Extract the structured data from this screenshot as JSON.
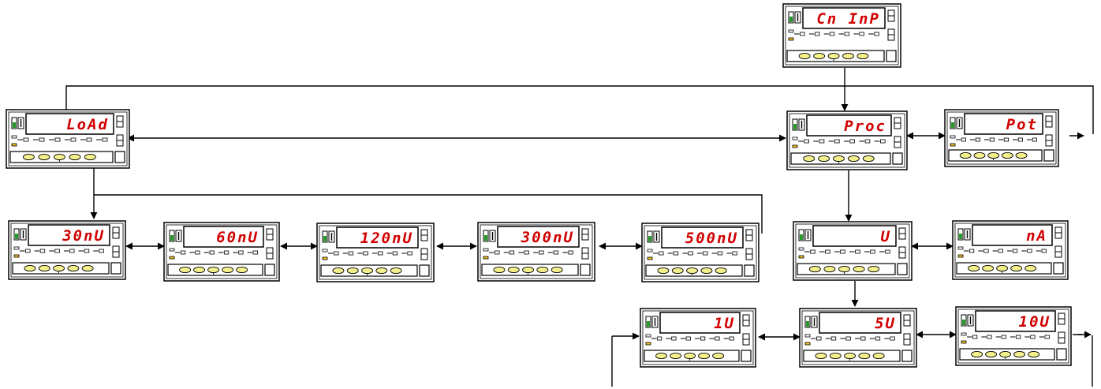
{
  "flowchart": {
    "title": "",
    "colors": {
      "display_text": "#d10000",
      "button_fill": "#f4f08c",
      "stroke": "#000000"
    },
    "nodes": [
      {
        "id": "cninp",
        "display": "Cn InP"
      },
      {
        "id": "load",
        "display": "LoAd"
      },
      {
        "id": "proc",
        "display": "Proc"
      },
      {
        "id": "pot",
        "display": "Pot"
      },
      {
        "id": "30mv",
        "display": "30nU"
      },
      {
        "id": "60mv",
        "display": "60nU"
      },
      {
        "id": "120mv",
        "display": "120nU"
      },
      {
        "id": "300mv",
        "display": "300nU"
      },
      {
        "id": "500mv",
        "display": "500nU"
      },
      {
        "id": "volt",
        "display": "U"
      },
      {
        "id": "ma",
        "display": "nA"
      },
      {
        "id": "1v",
        "display": "1U"
      },
      {
        "id": "5v",
        "display": "5U"
      },
      {
        "id": "10v",
        "display": "10U"
      }
    ],
    "edges": [
      {
        "from": "cninp",
        "to": "proc",
        "type": "next"
      },
      {
        "from": "proc",
        "to": "volt",
        "type": "next"
      },
      {
        "from": "volt",
        "to": "5v",
        "type": "next"
      },
      {
        "from": "load",
        "to": "30mv",
        "type": "next"
      },
      {
        "from": "load",
        "to": "proc",
        "type": "toggle"
      },
      {
        "from": "proc",
        "to": "pot",
        "type": "toggle"
      },
      {
        "from": "volt",
        "to": "ma",
        "type": "toggle"
      },
      {
        "from": "30mv",
        "to": "60mv",
        "type": "toggle"
      },
      {
        "from": "60mv",
        "to": "120mv",
        "type": "toggle"
      },
      {
        "from": "120mv",
        "to": "300mv",
        "type": "toggle"
      },
      {
        "from": "300mv",
        "to": "500mv",
        "type": "toggle"
      },
      {
        "from": "1v",
        "to": "5v",
        "type": "toggle"
      },
      {
        "from": "5v",
        "to": "10v",
        "type": "toggle"
      }
    ]
  }
}
